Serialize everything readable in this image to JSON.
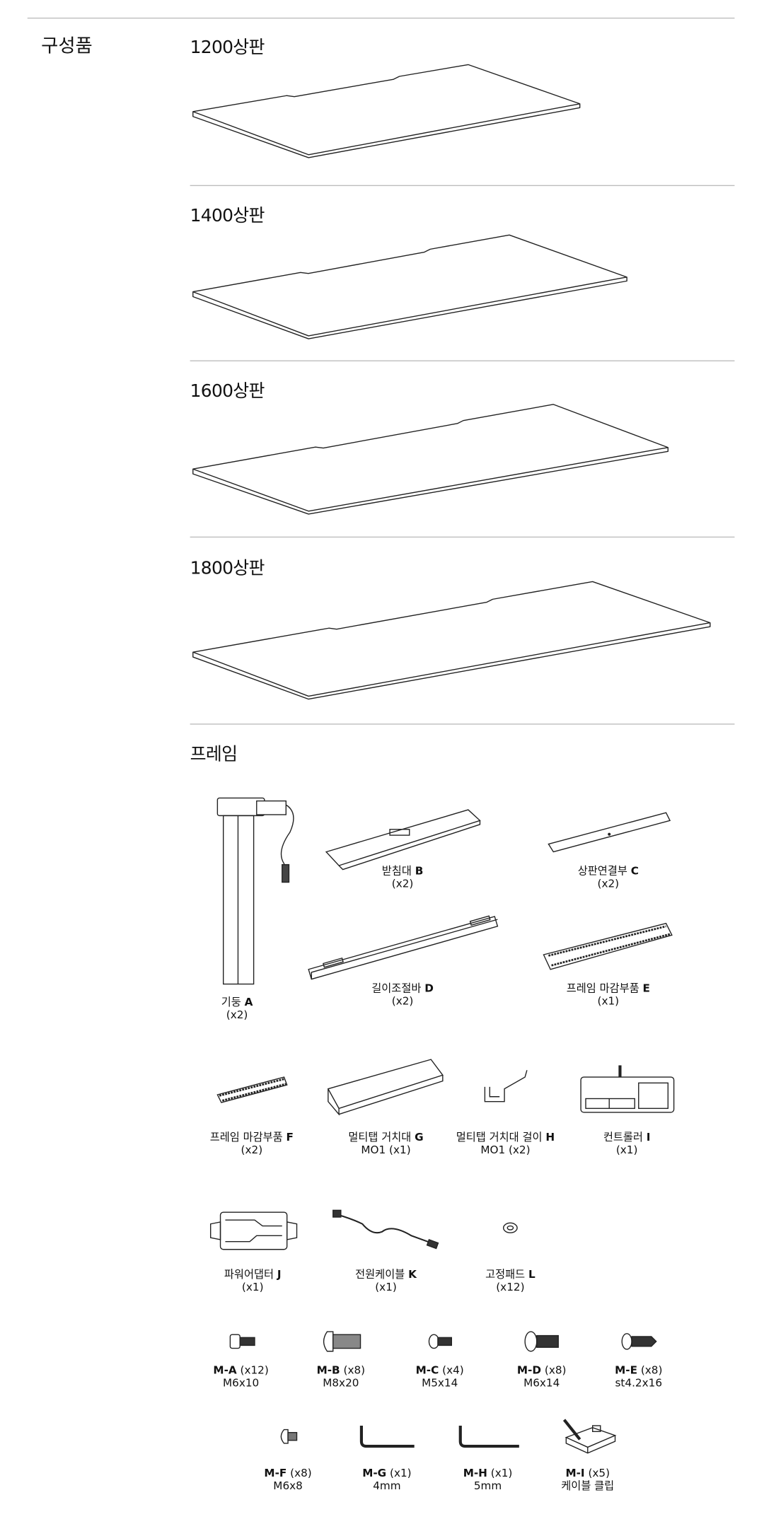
{
  "heading": "구성품",
  "tops": [
    {
      "title": "1200상판"
    },
    {
      "title": "1400상판"
    },
    {
      "title": "1600상판"
    },
    {
      "title": "1800상판"
    }
  ],
  "frame": {
    "title": "프레임",
    "parts": [
      {
        "name": "기둥",
        "code": "A",
        "qty": "(x2)"
      },
      {
        "name": "받침대",
        "code": "B",
        "qty": "(x2)"
      },
      {
        "name": "상판연결부",
        "code": "C",
        "qty": "(x2)"
      },
      {
        "name": "길이조절바",
        "code": "D",
        "qty": "(x2)"
      },
      {
        "name": "프레임 마감부품",
        "code": "E",
        "qty": "(x1)"
      },
      {
        "name": "프레임 마감부품",
        "code": "F",
        "qty": "(x2)"
      },
      {
        "name": "멀티탭 거치대",
        "code": "G",
        "qty": "MO1 (x1)"
      },
      {
        "name": "멀티탭 거치대 걸이",
        "code": "H",
        "qty": "MO1 (x2)"
      },
      {
        "name": "컨트롤러",
        "code": "I",
        "qty": "(x1)"
      },
      {
        "name": "파워어댑터",
        "code": "J",
        "qty": "(x1)"
      },
      {
        "name": "전원케이블",
        "code": "K",
        "qty": "(x1)"
      },
      {
        "name": "고정패드",
        "code": "L",
        "qty": "(x12)"
      }
    ],
    "hardware": [
      {
        "code": "M-A",
        "qty": "(x12)",
        "spec": "M6x10"
      },
      {
        "code": "M-B",
        "qty": "(x8)",
        "spec": "M8x20"
      },
      {
        "code": "M-C",
        "qty": "(x4)",
        "spec": "M5x14"
      },
      {
        "code": "M-D",
        "qty": "(x8)",
        "spec": "M6x14"
      },
      {
        "code": "M-E",
        "qty": "(x8)",
        "spec": "st4.2x16"
      },
      {
        "code": "M-F",
        "qty": "(x8)",
        "spec": "M6x8"
      },
      {
        "code": "M-G",
        "qty": "(x1)",
        "spec": "4mm"
      },
      {
        "code": "M-H",
        "qty": "(x1)",
        "spec": "5mm"
      },
      {
        "code": "M-I",
        "qty": "(x5)",
        "spec": "케이블 클립"
      }
    ]
  }
}
